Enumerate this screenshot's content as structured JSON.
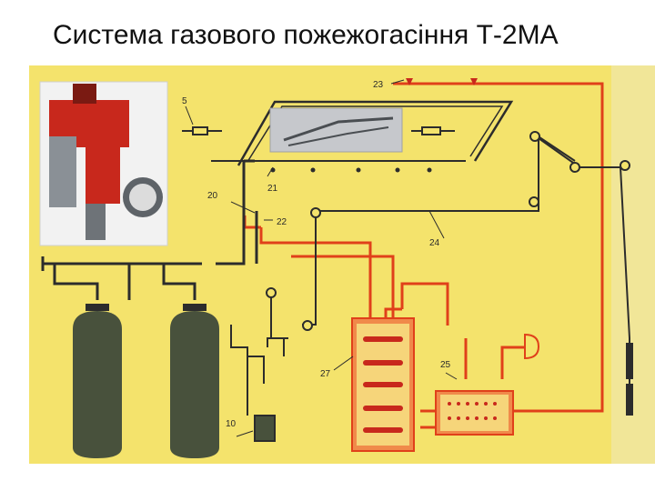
{
  "title": "Система газового пожежогасіння Т-2МА",
  "colors": {
    "background": "#f4e36c",
    "pipe": "#2c2c2c",
    "wire": "#e0401a",
    "cylinder": "#48513c",
    "panel": "#f08a4a",
    "valve_body": "#c8281c"
  },
  "icons": [
    "valve-photo",
    "detector-photo",
    "gas-cylinder",
    "control-panel",
    "alarm-siren"
  ],
  "labels": {
    "l5": "5",
    "l10": "10",
    "l20": "20",
    "l21": "21",
    "l22": "22",
    "l23": "23",
    "l24": "24",
    "l25": "25",
    "l27": "27"
  }
}
